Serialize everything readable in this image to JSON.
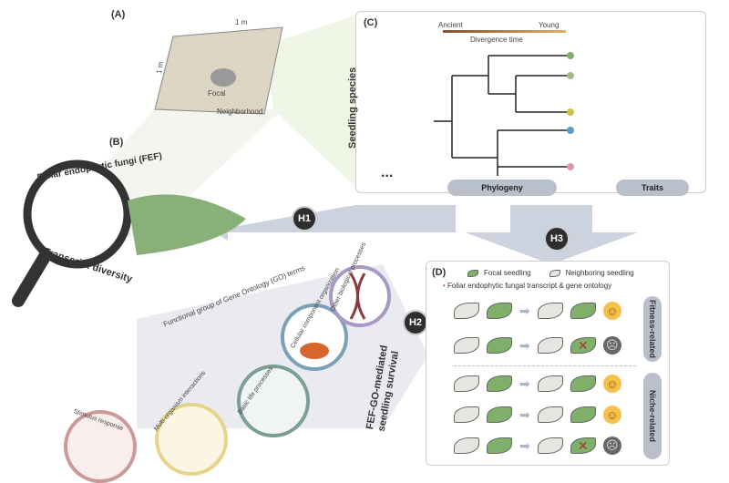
{
  "panel_a": {
    "label": "(A)",
    "width": "1 m",
    "height": "1 m",
    "focal": "Focal",
    "neighborhood": "Neighborhood"
  },
  "panel_b": {
    "label": "(B)",
    "title": "Foliar endophytic fungi (FEF)",
    "subtitle": "Transcript diversity"
  },
  "panel_c": {
    "label": "(C)",
    "ancient": "Ancient",
    "young": "Young",
    "divergence": "Divergence time",
    "side_label": "Seedling species",
    "ellipsis": "...",
    "phylogeny": "Phylogeny",
    "traits": "Traits"
  },
  "hypotheses": {
    "h1": "H1",
    "h2": "H2",
    "h3": "H3"
  },
  "go": {
    "title": "Functional group of Gene Ontology (GO) terms",
    "groups": [
      "Stimulus response",
      "Multi-organism interactions",
      "Basic life processes",
      "Cellular component organization",
      "Other biological processes"
    ],
    "h2_label": "FEF-GO-mediated seedling survival"
  },
  "panel_d": {
    "label": "(D)",
    "legend_focal": "Focal seedling",
    "legend_neighbor": "Neighboring seedling",
    "legend_fungal": "Foliar endophytic fungal transcript & gene ontology",
    "fitness": "Fitness-related",
    "niche": "Niche-related",
    "rows": [
      {
        "outcome": "survive"
      },
      {
        "outcome": "die"
      },
      {
        "outcome": "survive"
      },
      {
        "outcome": "survive"
      },
      {
        "outcome": "die"
      }
    ]
  },
  "colors": {
    "leaf_green": "#7eb06a",
    "panel_border": "#cccccc",
    "badge": "#2e2e2e",
    "pill": "#b9c0cc"
  }
}
